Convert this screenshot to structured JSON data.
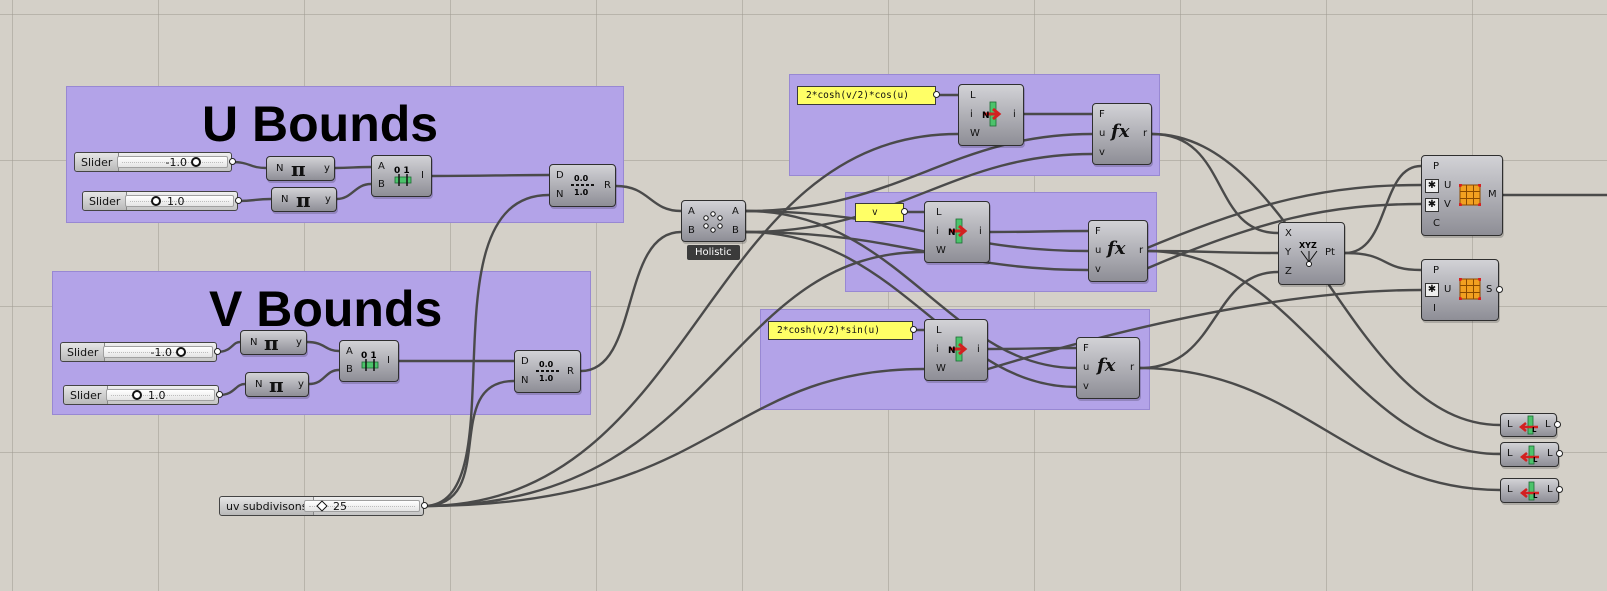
{
  "groups": {
    "u_bounds": {
      "title": "U Bounds"
    },
    "v_bounds": {
      "title": "V Bounds"
    }
  },
  "sliders": {
    "u_min": {
      "label": "Slider",
      "value": "-1.0"
    },
    "u_max": {
      "label": "Slider",
      "value": "1.0"
    },
    "v_min": {
      "label": "Slider",
      "value": "-1.0"
    },
    "v_max": {
      "label": "Slider",
      "value": "1.0"
    },
    "uv_subdivisions": {
      "label": "uv subdivisons",
      "value": "25"
    }
  },
  "panels": {
    "expr_x": "2*cosh(v/2)*cos(u)",
    "expr_y": "v",
    "expr_z": "2*cosh(v/2)*sin(u)"
  },
  "pins": {
    "multiply": {
      "in": "N",
      "out": "y"
    },
    "construct_domain": {
      "in_a": "A",
      "in_b": "B",
      "out": "I"
    },
    "divide_domain": {
      "in_d": "D",
      "in_n": "N",
      "out": "R"
    },
    "cross_ref": {
      "in_a": "A",
      "in_b": "B",
      "out_a": "A",
      "out_b": "B",
      "mode_tag": "Holistic"
    },
    "list_item": {
      "in_l": "L",
      "in_i": "i",
      "in_w": "W",
      "out": "i"
    },
    "expression": {
      "in_f": "F",
      "in_u": "u",
      "in_v": "v",
      "out": "r"
    },
    "construct_point": {
      "in_x": "X",
      "in_y": "Y",
      "in_z": "Z",
      "out": "Pt"
    },
    "mesh_surface": {
      "in_p": "P",
      "in_u": "U",
      "in_v": "V",
      "in_c": "C",
      "out": "M"
    },
    "surface_grid": {
      "in_p": "P",
      "in_u": "U",
      "in_i": "I",
      "out": "S"
    },
    "list_length": {
      "in": "L",
      "out": "L"
    }
  },
  "icons": {
    "multiply": "pi-icon",
    "construct_domain": "construct-domain-icon",
    "divide_domain": "divide-domain-icon",
    "cross_reference": "cross-reference-icon",
    "list_item": "list-item-icon",
    "expression": "fx-expression-icon",
    "construct_point": "construct-point-icon",
    "mesh": "mesh-icon",
    "list_length": "list-length-icon"
  },
  "colors": {
    "canvas": "#d4d0c8",
    "group": "#b3a3e8",
    "panel": "#ffff66",
    "wire": "#4a4a4a"
  }
}
